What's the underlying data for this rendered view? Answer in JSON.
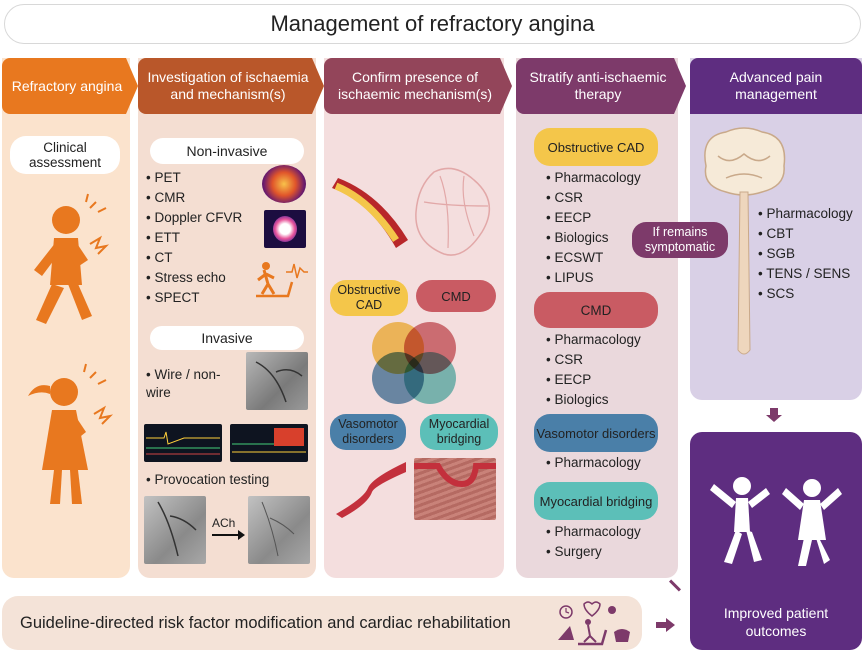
{
  "title": "Management of refractory angina",
  "columns": {
    "refractory": {
      "header": "Refractory angina",
      "clinical_assessment": "Clinical assessment"
    },
    "investigation": {
      "header": "Investigation of ischaemia and mechanism(s)",
      "noninvasive_label": "Non-invasive",
      "noninvasive_items": [
        "PET",
        "CMR",
        "Doppler CFVR",
        "ETT",
        "CT",
        "Stress echo",
        "SPECT"
      ],
      "invasive_label": "Invasive",
      "invasive_items": [
        "Wire / non-wire"
      ],
      "provocation": "Provocation testing",
      "ach": "ACh"
    },
    "confirm": {
      "header": "Confirm presence of ischaemic mechanism(s)",
      "obstructive_cad": "Obstructive CAD",
      "cmd": "CMD",
      "vasomotor": "Vasomotor disorders",
      "myocardial_bridging": "Myocardial bridging"
    },
    "stratify": {
      "header": "Stratify anti-ischaemic therapy",
      "groups": [
        {
          "label": "Obstructive CAD",
          "items": [
            "Pharmacology",
            "CSR",
            "EECP",
            "Biologics",
            "ECSWT",
            "LIPUS"
          ]
        },
        {
          "label": "CMD",
          "items": [
            "Pharmacology",
            "CSR",
            "EECP",
            "Biologics"
          ]
        },
        {
          "label": "Vasomotor disorders",
          "items": [
            "Pharmacology"
          ]
        },
        {
          "label": "Myocardial bridging",
          "items": [
            "Pharmacology",
            "Surgery"
          ]
        }
      ]
    },
    "advanced": {
      "header": "Advanced pain management",
      "items": [
        "Pharmacology",
        "CBT",
        "SGB",
        "TENS / SENS",
        "SCS"
      ]
    }
  },
  "if_symptomatic": "If remains symptomatic",
  "outcome": "Improved patient outcomes",
  "bottom_banner": "Guideline-directed risk factor modification and cardiac rehabilitation",
  "colors": {
    "orange": "#e8781f",
    "orange_light": "#fbe3cd",
    "rust": "#b9572a",
    "rust_light": "#f4ded2",
    "mauve": "#93455a",
    "mauve_light": "#ecd8d8",
    "plum": "#7d3a6a",
    "purple": "#5e2d80",
    "purple_light": "#d9d0e6",
    "yellow": "#f4c64a",
    "red": "#c95b63",
    "blue": "#4a7fa8",
    "teal": "#5cbfb8"
  }
}
